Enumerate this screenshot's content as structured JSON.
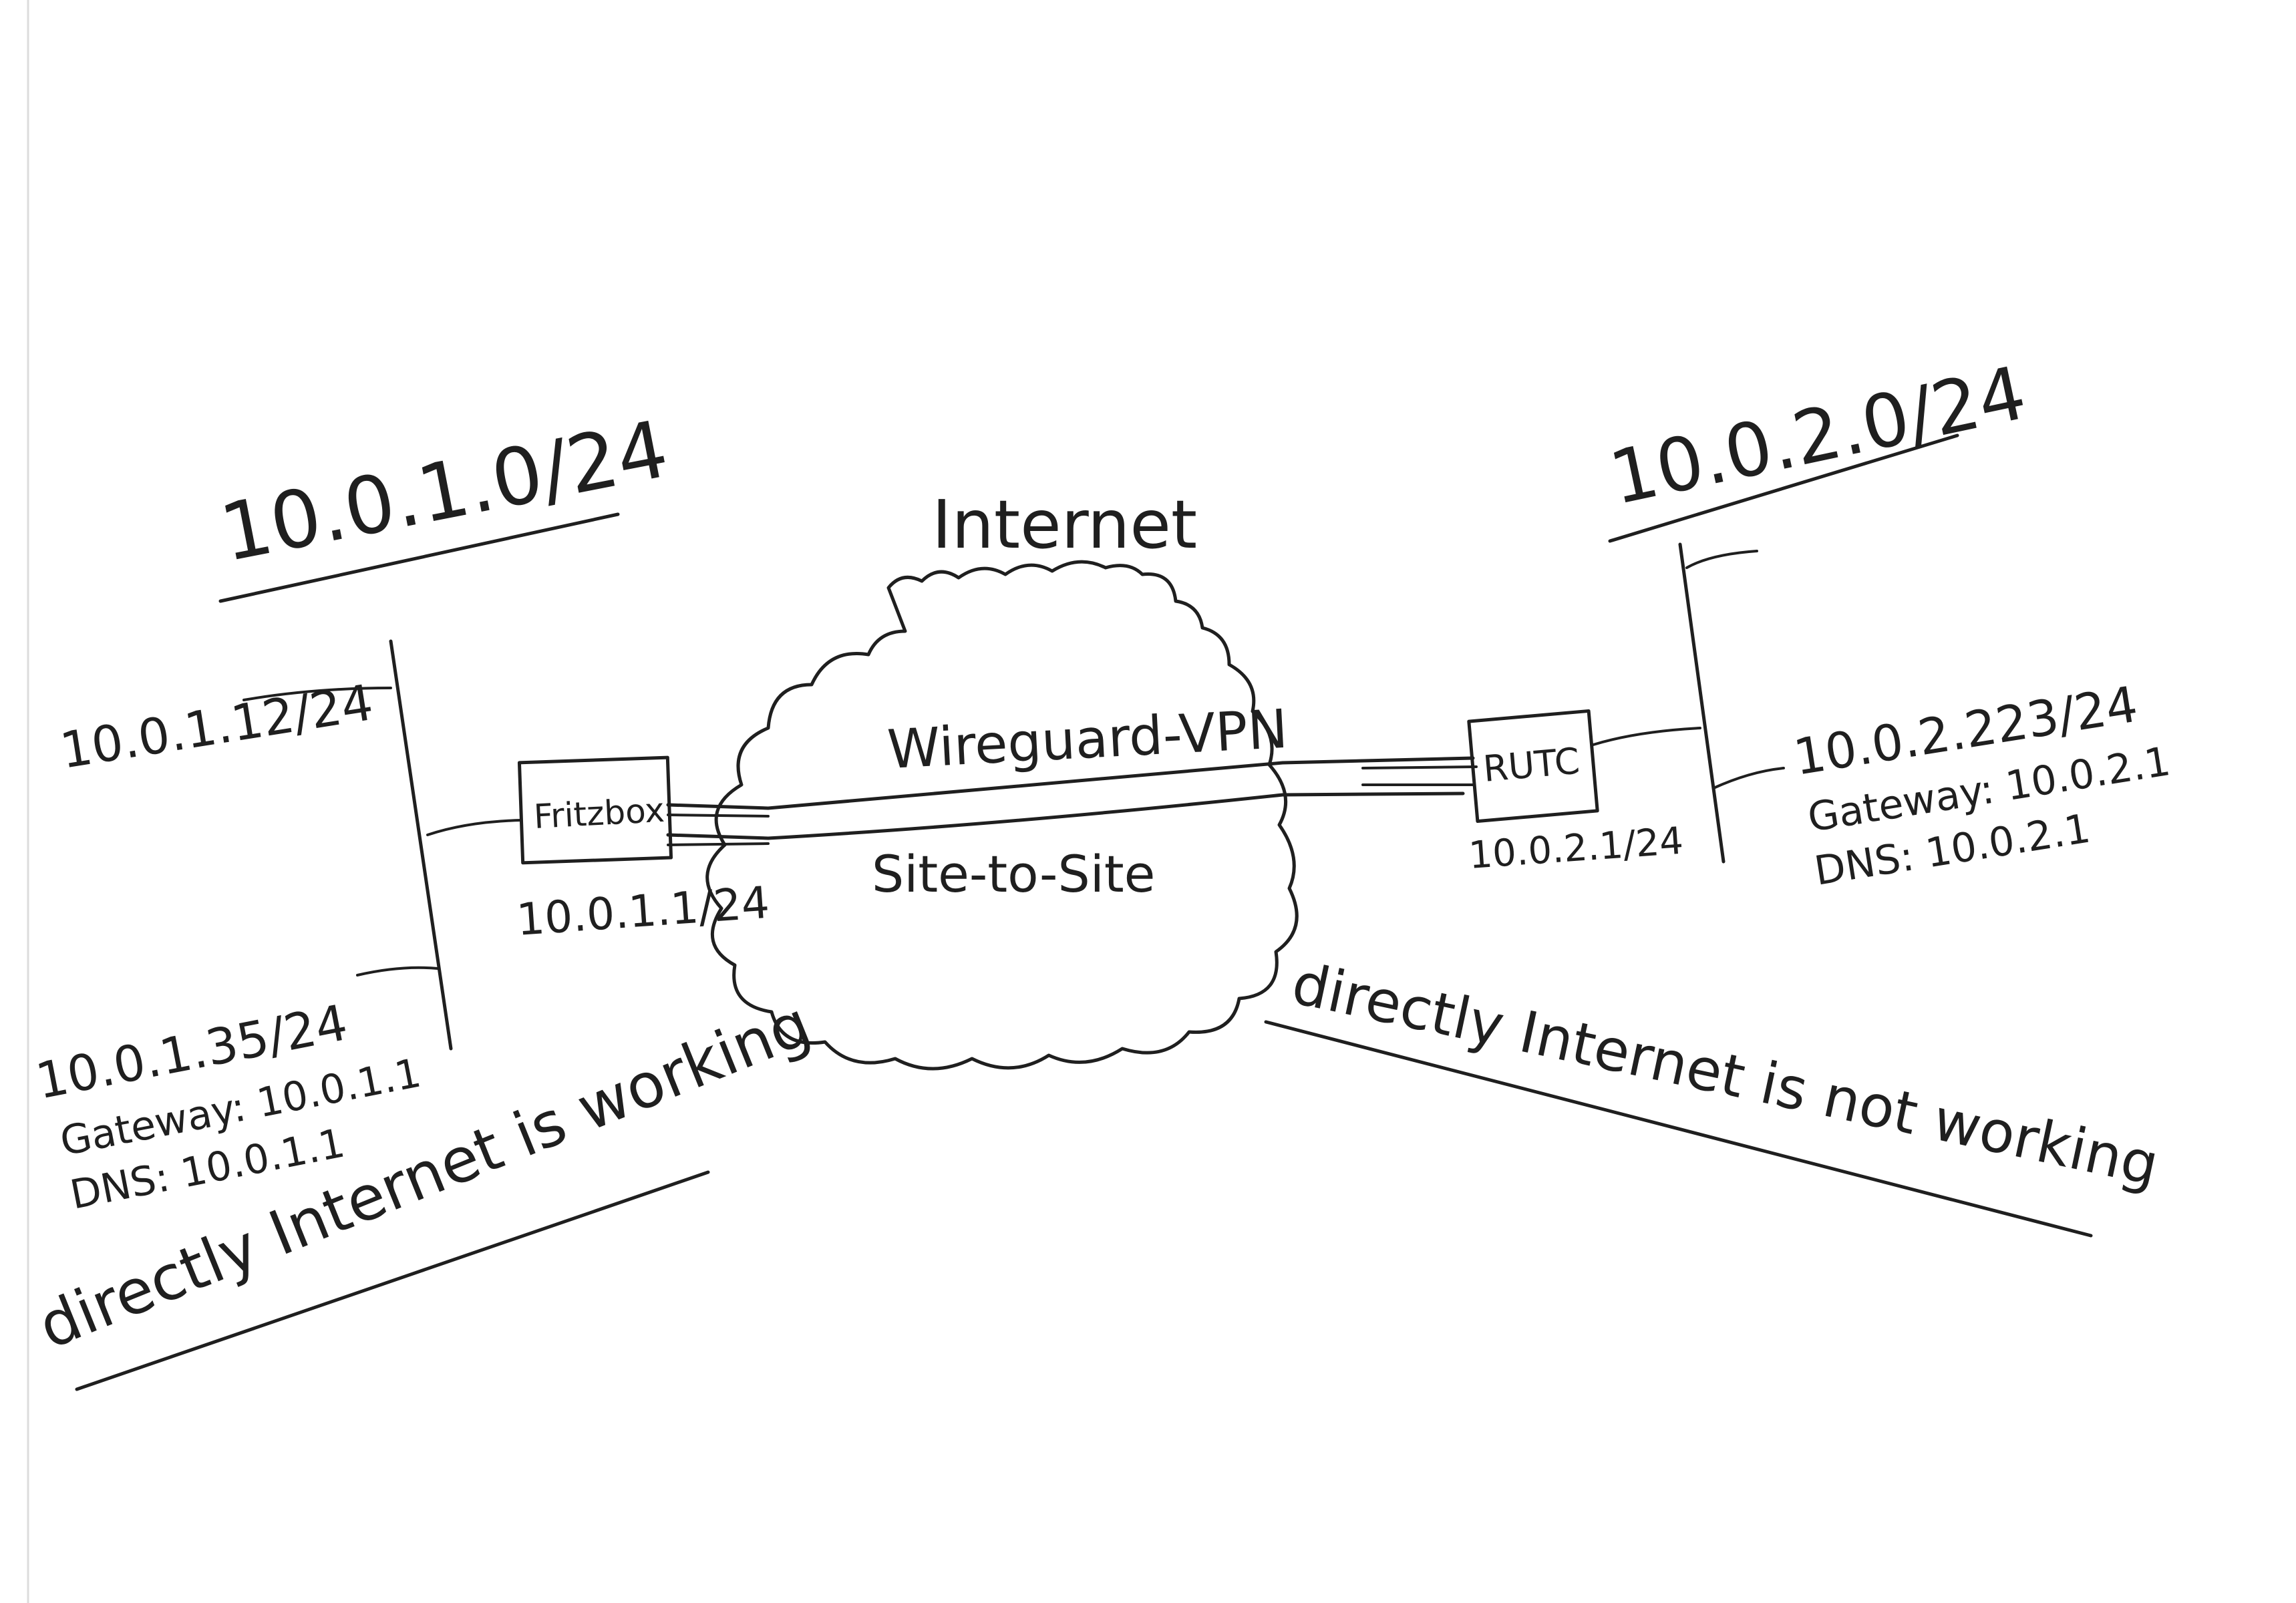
{
  "networks": {
    "left": {
      "subnet": "10.0.1.0/24",
      "router": {
        "name": "Fritzbox",
        "address": "10.0.1.1/24"
      },
      "hosts": [
        {
          "address": "10.0.1.12/24"
        },
        {
          "address": "10.0.1.35/24",
          "gateway": "Gateway: 10.0.1.1",
          "dns": "DNS: 10.0.1.1"
        }
      ],
      "status": "directly Internet is working"
    },
    "right": {
      "subnet": "10.0.2.0/24",
      "router": {
        "name": "RUTC",
        "address": "10.0.2.1/24"
      },
      "hosts": [
        {
          "address": "10.0.2.223/24",
          "gateway": "Gateway: 10.0.2.1",
          "dns": "DNS: 10.0.2.1"
        }
      ],
      "status": "directly Internet is not working"
    }
  },
  "cloud": {
    "label": "Internet",
    "tunnel_top": "Wireguard-VPN",
    "tunnel_bottom": "Site-to-Site"
  },
  "colors": {
    "ink": "#1f1f1f",
    "paper": "#ffffff"
  }
}
